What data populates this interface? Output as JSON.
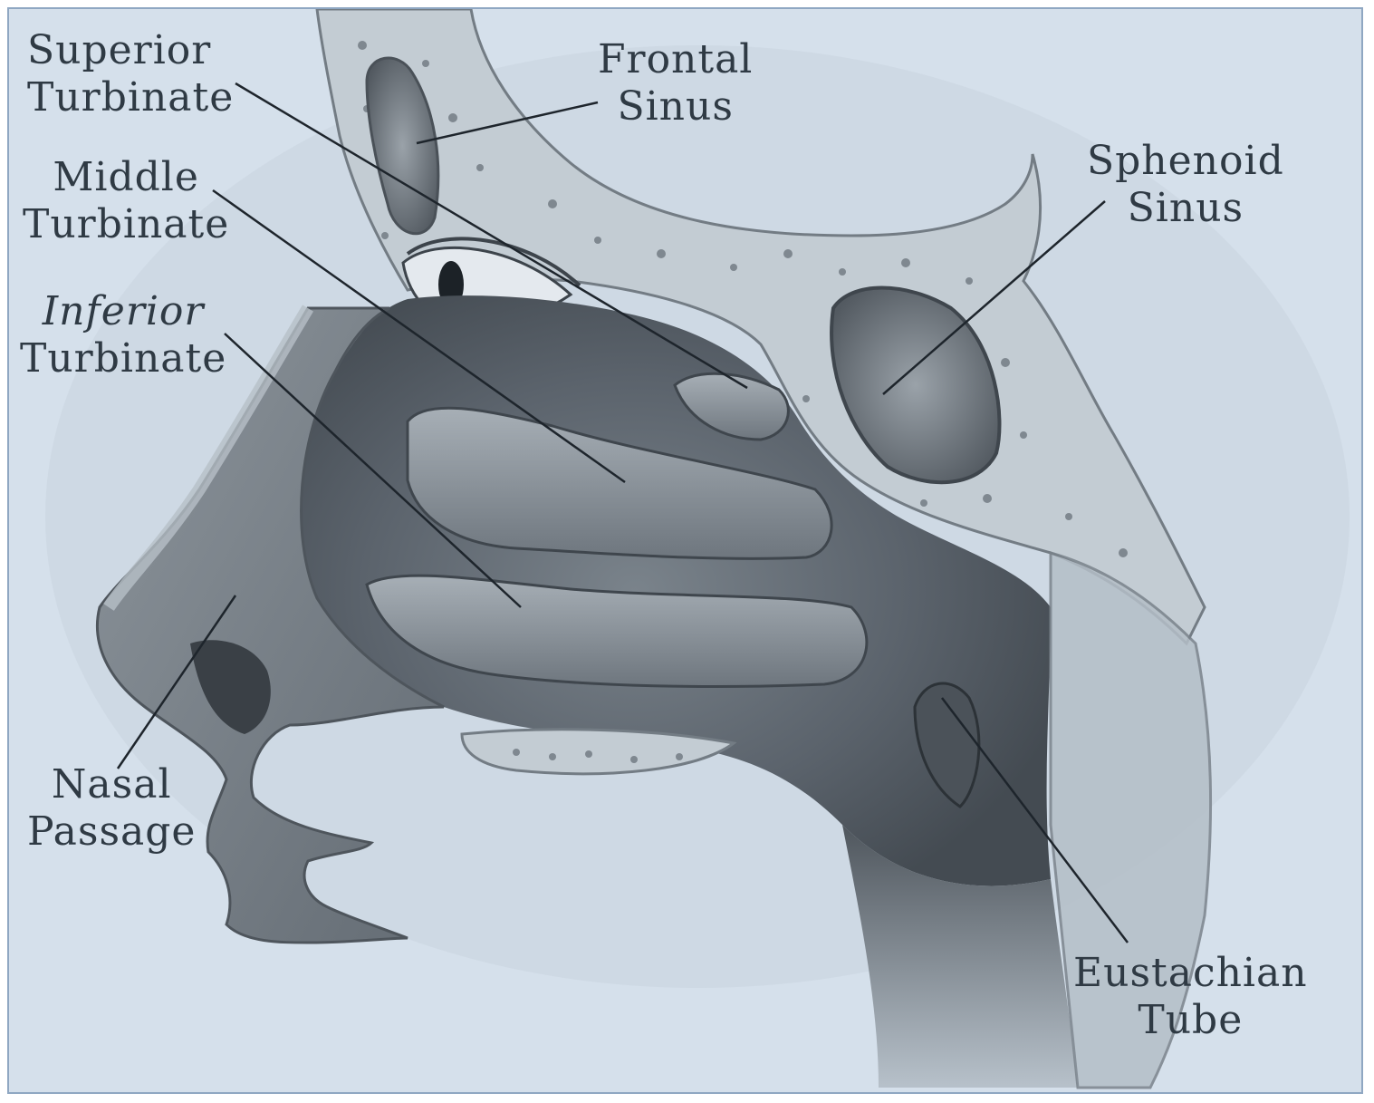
{
  "labels": {
    "superior_turbinate": [
      "Superior",
      "Turbinate"
    ],
    "frontal_sinus": [
      "Frontal",
      "Sinus"
    ],
    "middle_turbinate": [
      "Middle",
      "Turbinate"
    ],
    "sphenoid_sinus": [
      "Sphenoid",
      "Sinus"
    ],
    "inferior_turbinate": [
      "Inferior",
      "Turbinate"
    ],
    "nasal_passage": [
      "Nasal",
      "Passage"
    ],
    "eustachian_tube": [
      "Eustachian",
      "Tube"
    ]
  },
  "colors": {
    "background": "#d5e0eb",
    "border": "#8fa7c2",
    "tissue_dark": "#5b636c",
    "tissue_mid": "#8a9299",
    "bone": "#c3ccd3",
    "leader_line": "#1e252c",
    "label_text": "#2f3a44"
  }
}
